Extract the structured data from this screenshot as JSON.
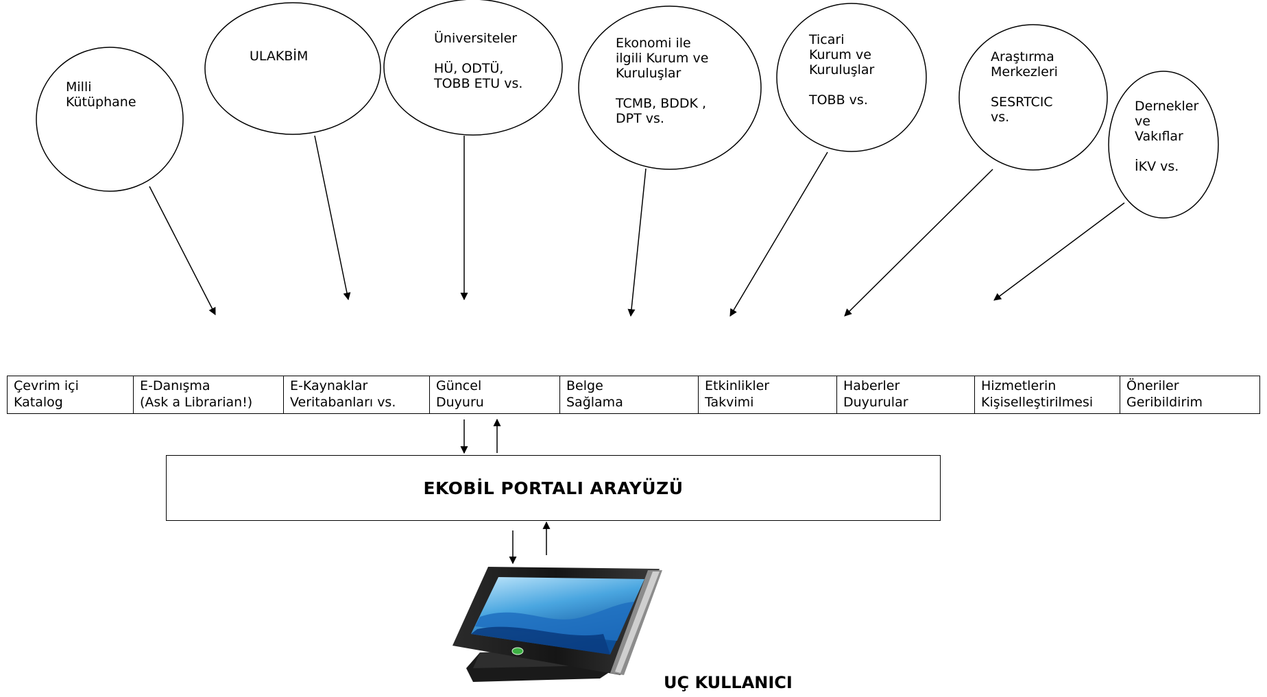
{
  "sources": [
    {
      "id": "milli",
      "text": "Milli\nKütüphane"
    },
    {
      "id": "ulakbim",
      "text": "ULAKBİM"
    },
    {
      "id": "universiteler",
      "text": "Üniversiteler\n\nHÜ, ODTÜ,\nTOBB ETU vs."
    },
    {
      "id": "ekonomi",
      "text": "Ekonomi ile\nilgili Kurum ve\nKuruluşlar\n\nTCMB, BDDK ,\nDPT vs."
    },
    {
      "id": "ticari",
      "text": "Ticari\nKurum ve\nKuruluşlar\n\nTOBB vs."
    },
    {
      "id": "arastirma",
      "text": "Araştırma\nMerkezleri\n\nSESRTCIC\nvs."
    },
    {
      "id": "dernekler",
      "text": "Dernekler\nve\nVakıflar\n\nİKV vs."
    }
  ],
  "services": [
    {
      "id": "katalog",
      "text": "Çevrim içi\nKatalog"
    },
    {
      "id": "danisma",
      "text": "E-Danışma\n(Ask a Librarian!)"
    },
    {
      "id": "kaynaklar",
      "text": "E-Kaynaklar\nVeritabanları vs."
    },
    {
      "id": "duyuru",
      "text": "Güncel\nDuyuru"
    },
    {
      "id": "belge",
      "text": "Belge\nSağlama"
    },
    {
      "id": "etkinlik",
      "text": "Etkinlikler\nTakvimi"
    },
    {
      "id": "haberler",
      "text": "Haberler\nDuyurular"
    },
    {
      "id": "kisisel",
      "text": "Hizmetlerin\nKişiselleştirilmesi"
    },
    {
      "id": "oneriler",
      "text": "Öneriler\nGeribildirim"
    }
  ],
  "portal_title": "EKOBİL PORTALI ARAYÜZÜ",
  "end_user_label": "UÇ KULLANICI"
}
